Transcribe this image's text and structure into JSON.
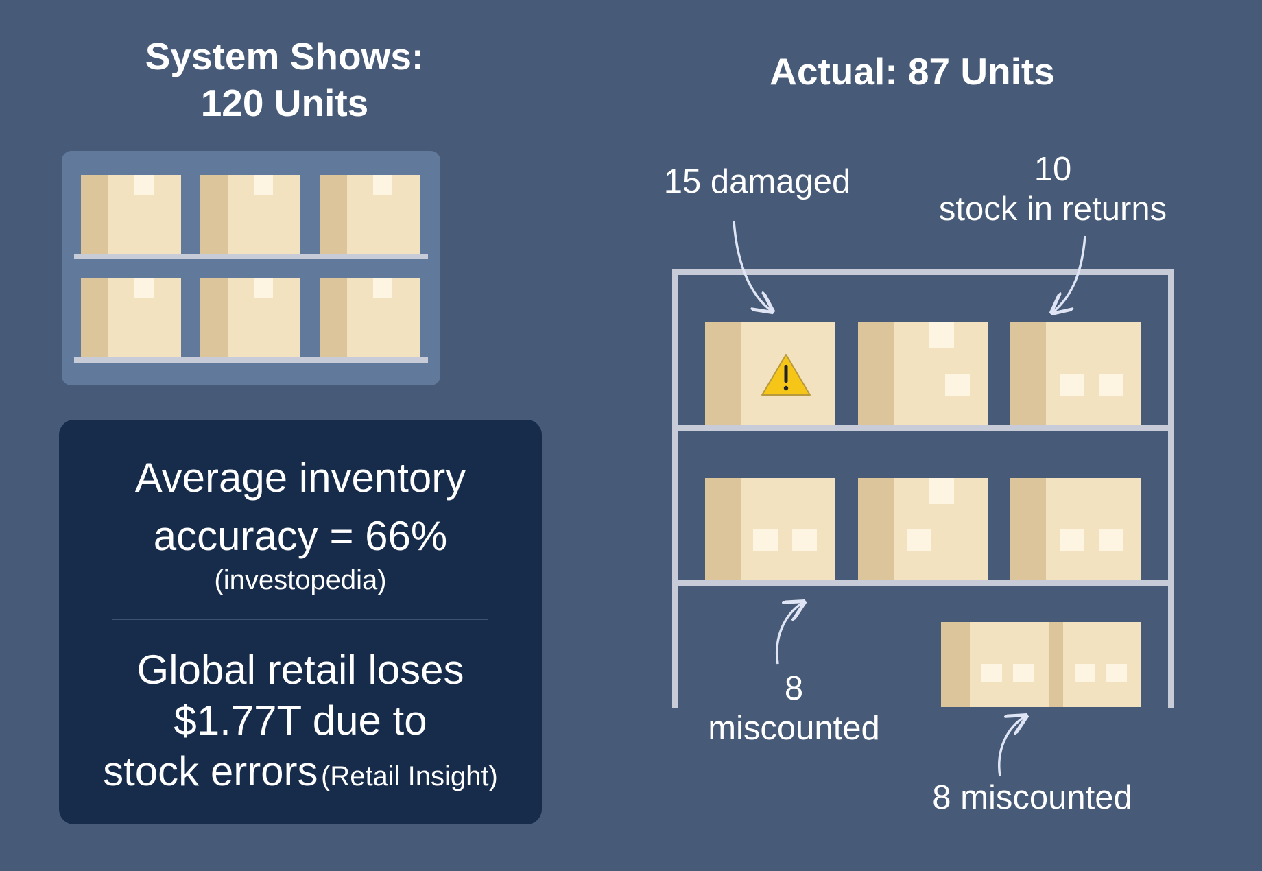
{
  "system": {
    "heading_line1": "System Shows:",
    "heading_line2": "120 Units"
  },
  "actual": {
    "heading": "Actual: 87 Units"
  },
  "annotations": {
    "damaged": "15 damaged",
    "returns_count": "10",
    "returns_label": "stock in returns",
    "miscounted_left_count": "8",
    "miscounted_left_label": "miscounted",
    "miscounted_right": "8 miscounted"
  },
  "stats": {
    "accuracy_line1": "Average inventory",
    "accuracy_line2": "accuracy = 66%",
    "accuracy_source": "(investopedia)",
    "loss_line1": "Global retail loses",
    "loss_line2": "$1.77T due to",
    "loss_line3_main": "stock errors",
    "loss_line3_source": "(Retail Insight)"
  },
  "colors": {
    "background": "#475b78",
    "card": "#172c4b",
    "box_front": "#f2e2c0",
    "box_side": "#dcc59b",
    "shelf": "#c7ccd8",
    "warning": "#f5c518"
  },
  "icons": [
    "warning-icon",
    "arrow-icon"
  ]
}
